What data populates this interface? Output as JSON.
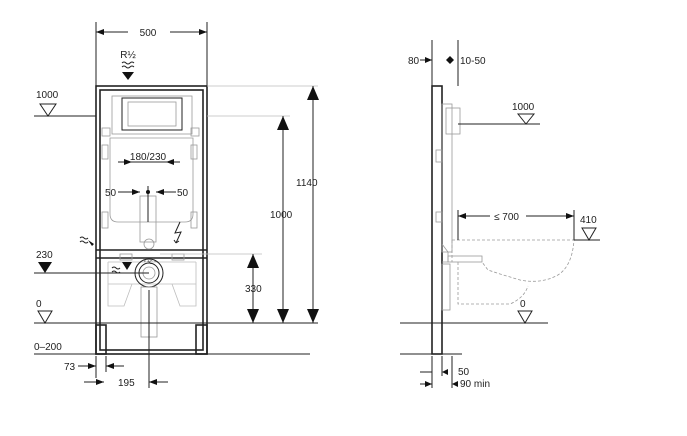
{
  "front_view": {
    "width_label": "500",
    "inlet_label": "R½",
    "flush_plate_height_label": "1000",
    "cistern_label": "180/230",
    "left_offset_label": "50",
    "right_offset_label": "50",
    "waste_height_label": "230",
    "floor_label_left": "0",
    "adjust_range_label": "0–200",
    "foot_offset_label": "73",
    "waste_offset_label": "195",
    "outlet_height_label": "330",
    "mid_height_label": "1000",
    "total_height_label": "1140"
  },
  "side_view": {
    "depth_label": "80",
    "wall_range_label": "10-50",
    "plate_height_label": "1000",
    "projection_label": "≤ 700",
    "seat_height_label": "410",
    "floor_label": "0",
    "foot_label": "50",
    "min_depth_label": "90 min"
  }
}
